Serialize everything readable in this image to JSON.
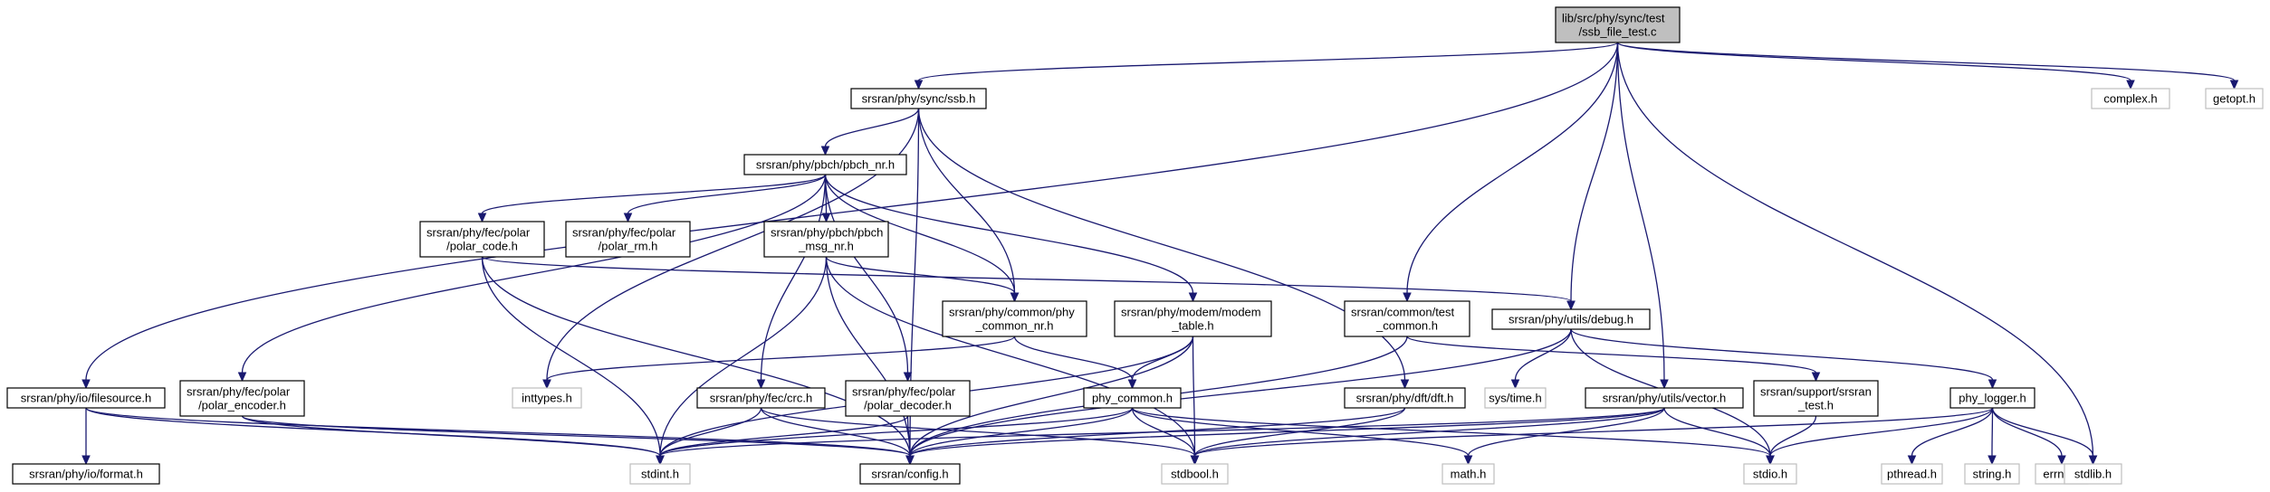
{
  "nodes": {
    "root": {
      "lines": [
        "lib/src/phy/sync/test",
        "/ssb_file_test.c"
      ],
      "kind": "root"
    },
    "ssb": {
      "lines": [
        "srsran/phy/sync/ssb.h"
      ],
      "kind": "normal"
    },
    "complex": {
      "lines": [
        "complex.h"
      ],
      "kind": "external"
    },
    "getopt": {
      "lines": [
        "getopt.h"
      ],
      "kind": "external"
    },
    "pbch_nr": {
      "lines": [
        "srsran/phy/pbch/pbch_nr.h"
      ],
      "kind": "normal"
    },
    "polar_code": {
      "lines": [
        "srsran/phy/fec/polar",
        "/polar_code.h"
      ],
      "kind": "normal"
    },
    "polar_rm": {
      "lines": [
        "srsran/phy/fec/polar",
        "/polar_rm.h"
      ],
      "kind": "normal"
    },
    "pbch_msg_nr": {
      "lines": [
        "srsran/phy/pbch/pbch",
        "_msg_nr.h"
      ],
      "kind": "normal"
    },
    "phy_common_nr": {
      "lines": [
        "srsran/phy/common/phy",
        "_common_nr.h"
      ],
      "kind": "normal"
    },
    "modem_table": {
      "lines": [
        "srsran/phy/modem/modem",
        "_table.h"
      ],
      "kind": "normal"
    },
    "test_common": {
      "lines": [
        "srsran/common/test",
        "_common.h"
      ],
      "kind": "normal"
    },
    "debug": {
      "lines": [
        "srsran/phy/utils/debug.h"
      ],
      "kind": "normal"
    },
    "filesource": {
      "lines": [
        "srsran/phy/io/filesource.h"
      ],
      "kind": "normal"
    },
    "polar_encoder": {
      "lines": [
        "srsran/phy/fec/polar",
        "/polar_encoder.h"
      ],
      "kind": "normal"
    },
    "inttypes": {
      "lines": [
        "inttypes.h"
      ],
      "kind": "external"
    },
    "crc": {
      "lines": [
        "srsran/phy/fec/crc.h"
      ],
      "kind": "normal"
    },
    "polar_decoder": {
      "lines": [
        "srsran/phy/fec/polar",
        "/polar_decoder.h"
      ],
      "kind": "normal"
    },
    "phy_common": {
      "lines": [
        "phy_common.h"
      ],
      "kind": "normal"
    },
    "dft": {
      "lines": [
        "srsran/phy/dft/dft.h"
      ],
      "kind": "normal"
    },
    "systime": {
      "lines": [
        "sys/time.h"
      ],
      "kind": "external"
    },
    "vector": {
      "lines": [
        "srsran/phy/utils/vector.h"
      ],
      "kind": "normal"
    },
    "srsran_test": {
      "lines": [
        "srsran/support/srsran",
        "_test.h"
      ],
      "kind": "normal"
    },
    "phy_logger": {
      "lines": [
        "phy_logger.h"
      ],
      "kind": "normal"
    },
    "format": {
      "lines": [
        "srsran/phy/io/format.h"
      ],
      "kind": "normal"
    },
    "stdint": {
      "lines": [
        "stdint.h"
      ],
      "kind": "external"
    },
    "config": {
      "lines": [
        "srsran/config.h"
      ],
      "kind": "normal"
    },
    "stdbool": {
      "lines": [
        "stdbool.h"
      ],
      "kind": "external"
    },
    "math": {
      "lines": [
        "math.h"
      ],
      "kind": "external"
    },
    "stdio": {
      "lines": [
        "stdio.h"
      ],
      "kind": "external"
    },
    "pthread": {
      "lines": [
        "pthread.h"
      ],
      "kind": "external"
    },
    "string": {
      "lines": [
        "string.h"
      ],
      "kind": "external"
    },
    "errno": {
      "lines": [
        "errno.h"
      ],
      "kind": "external"
    },
    "stdlib": {
      "lines": [
        "stdlib.h"
      ],
      "kind": "external"
    }
  },
  "edges": [
    [
      "root",
      "ssb"
    ],
    [
      "root",
      "complex"
    ],
    [
      "root",
      "getopt"
    ],
    [
      "root",
      "filesource"
    ],
    [
      "root",
      "test_common"
    ],
    [
      "root",
      "debug"
    ],
    [
      "root",
      "vector"
    ],
    [
      "root",
      "stdlib"
    ],
    [
      "ssb",
      "pbch_nr"
    ],
    [
      "ssb",
      "inttypes"
    ],
    [
      "ssb",
      "phy_common_nr"
    ],
    [
      "ssb",
      "dft"
    ],
    [
      "ssb",
      "config"
    ],
    [
      "pbch_nr",
      "polar_code"
    ],
    [
      "pbch_nr",
      "polar_rm"
    ],
    [
      "pbch_nr",
      "pbch_msg_nr"
    ],
    [
      "pbch_nr",
      "phy_common_nr"
    ],
    [
      "pbch_nr",
      "modem_table"
    ],
    [
      "pbch_nr",
      "polar_encoder"
    ],
    [
      "pbch_nr",
      "crc"
    ],
    [
      "pbch_nr",
      "polar_decoder"
    ],
    [
      "polar_code",
      "debug"
    ],
    [
      "polar_code",
      "stdint"
    ],
    [
      "polar_code",
      "config"
    ],
    [
      "pbch_msg_nr",
      "phy_common_nr"
    ],
    [
      "pbch_msg_nr",
      "stdint"
    ],
    [
      "pbch_msg_nr",
      "config"
    ],
    [
      "pbch_msg_nr",
      "stdbool"
    ],
    [
      "phy_common_nr",
      "phy_common"
    ],
    [
      "phy_common_nr",
      "inttypes"
    ],
    [
      "modem_table",
      "phy_common"
    ],
    [
      "modem_table",
      "stdint"
    ],
    [
      "modem_table",
      "config"
    ],
    [
      "modem_table",
      "stdbool"
    ],
    [
      "test_common",
      "srsran_test"
    ],
    [
      "test_common",
      "config"
    ],
    [
      "debug",
      "systime"
    ],
    [
      "debug",
      "phy_logger"
    ],
    [
      "debug",
      "config"
    ],
    [
      "debug",
      "stdio"
    ],
    [
      "filesource",
      "format"
    ],
    [
      "filesource",
      "stdint"
    ],
    [
      "filesource",
      "config"
    ],
    [
      "polar_encoder",
      "stdint"
    ],
    [
      "polar_encoder",
      "config"
    ],
    [
      "crc",
      "stdint"
    ],
    [
      "crc",
      "config"
    ],
    [
      "crc",
      "stdbool"
    ],
    [
      "polar_decoder",
      "stdint"
    ],
    [
      "polar_decoder",
      "config"
    ],
    [
      "phy_common",
      "stdint"
    ],
    [
      "phy_common",
      "config"
    ],
    [
      "phy_common",
      "stdbool"
    ],
    [
      "phy_common",
      "math"
    ],
    [
      "phy_common",
      "stdio"
    ],
    [
      "dft",
      "config"
    ],
    [
      "dft",
      "stdbool"
    ],
    [
      "vector",
      "stdint"
    ],
    [
      "vector",
      "config"
    ],
    [
      "vector",
      "stdio"
    ],
    [
      "vector",
      "math"
    ],
    [
      "vector",
      "stdbool"
    ],
    [
      "srsran_test",
      "stdio"
    ],
    [
      "phy_logger",
      "stdbool"
    ],
    [
      "phy_logger",
      "stdio"
    ],
    [
      "phy_logger",
      "pthread"
    ],
    [
      "phy_logger",
      "string"
    ],
    [
      "phy_logger",
      "errno"
    ],
    [
      "phy_logger",
      "stdlib"
    ]
  ]
}
